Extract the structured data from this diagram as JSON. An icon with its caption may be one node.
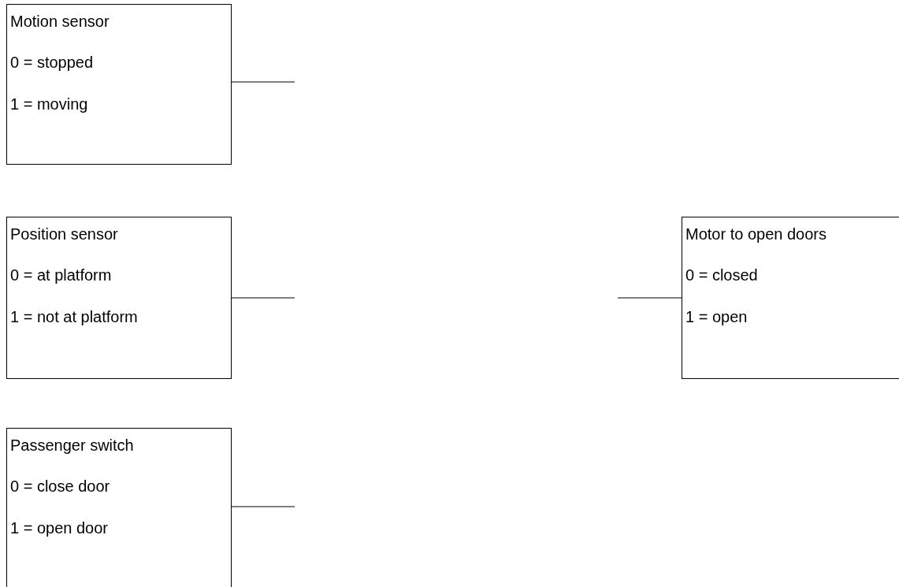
{
  "diagram": {
    "nodes": [
      {
        "text": [
          "Motion sensor",
          "0 = stopped",
          "1 = moving"
        ]
      },
      {
        "text": [
          "Position sensor",
          "0 = at platform",
          "1 = not at platform"
        ]
      },
      {
        "text": [
          "Passenger switch",
          "0 = close door",
          "1 = open door"
        ]
      },
      {
        "text": [
          "Motor to open doors",
          "0 = closed",
          "1 = open"
        ]
      }
    ],
    "edges": [
      {
        "from": 0,
        "to": null,
        "arrow": "none"
      },
      {
        "from": 1,
        "to": null,
        "arrow": "none"
      },
      {
        "from": 2,
        "to": null,
        "arrow": "none"
      },
      {
        "from": null,
        "to": 3,
        "arrow": "none"
      }
    ]
  }
}
